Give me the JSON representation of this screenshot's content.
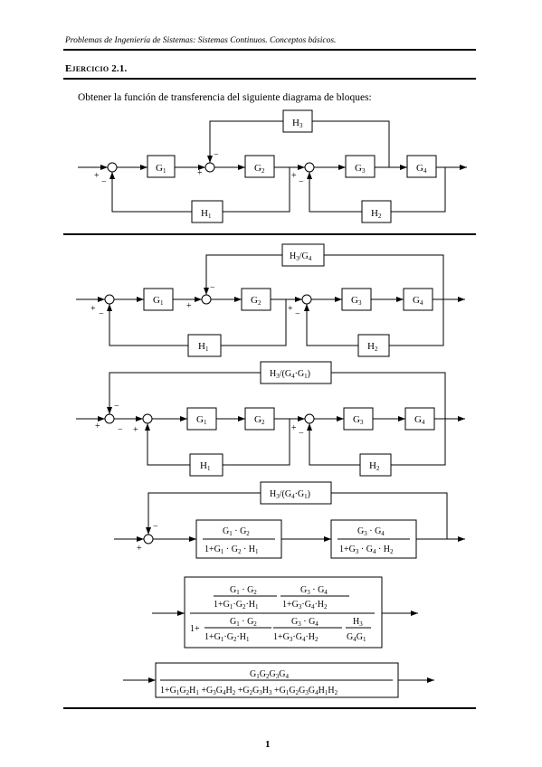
{
  "header": "Problemas de Ingeniería de Sistemas: Sistemas Continuos. Conceptos básicos.",
  "exercise_title": "Ejercicio 2.1.",
  "prompt": "Obtener la función de transferencia del siguiente diagrama de bloques:",
  "page_number": "1",
  "diagram1": {
    "blocks": [
      "G1",
      "G2",
      "G3",
      "G4",
      "H1",
      "H2",
      "H3"
    ]
  },
  "diagram2": {
    "feedforward_block": "H3/G4"
  },
  "diagram3": {
    "feedforward_block": "H3/(G4·G1)"
  },
  "diagram4": {
    "feedforward_block": "H3/(G4·G1)",
    "block1": "G1·G2 / (1+G1·G2·H1)",
    "block2": "G3·G4 / (1+G3·G4·H2)"
  },
  "diagram5": {
    "expression": "(G1·G2/(1+G1·G2·H1))·(G3·G4/(1+G3·G4·H2)) / [1 + (G1·G2/(1+G1·G2·H1))·(G3·G4/(1+G3·G4·H2))·(H3/(G4·G1))]"
  },
  "diagram6": {
    "numerator": "G1G2G3G4",
    "denominator": "1+G1G2H1+G3G4H2+G2G3H3+G1G2G3G4H1H2"
  }
}
